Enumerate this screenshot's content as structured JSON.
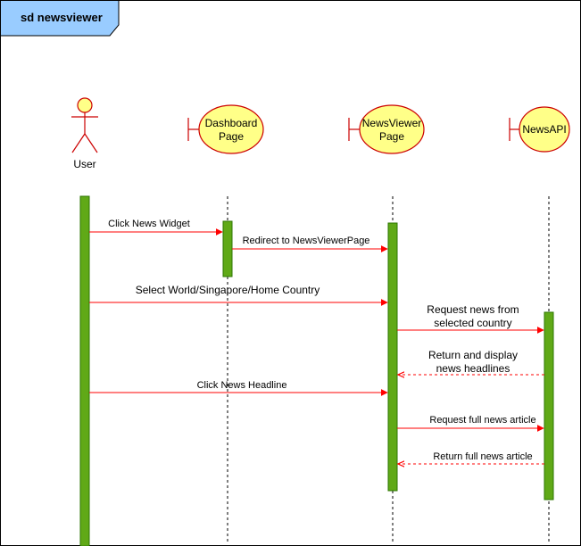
{
  "frame": {
    "title": "sd newsviewer",
    "tab_color": "#99ccff"
  },
  "colors": {
    "activation": "#60a917",
    "activation_border": "#2d7600",
    "message": "#ff0000",
    "boundary_fill": "#ffff88",
    "boundary_stroke": "#cc0000",
    "actor_fill": "#ffff88",
    "actor_stroke": "#cc0000"
  },
  "participants": {
    "user": "User",
    "dashboard_line1": "Dashboard",
    "dashboard_line2": "Page",
    "newsviewer_line1": "NewsViewer",
    "newsviewer_line2": "Page",
    "newsapi": "NewsAPI"
  },
  "messages": {
    "m1": "Click News Widget",
    "m2": "Redirect to NewsViewerPage",
    "m3": "Select World/Singapore/Home Country",
    "m4_line1": "Request news from",
    "m4_line2": "selected country",
    "m5_line1": "Return and display",
    "m5_line2": "news headlines",
    "m6": "Click News Headline",
    "m7": "Request full news article",
    "m8": "Return full news article"
  }
}
